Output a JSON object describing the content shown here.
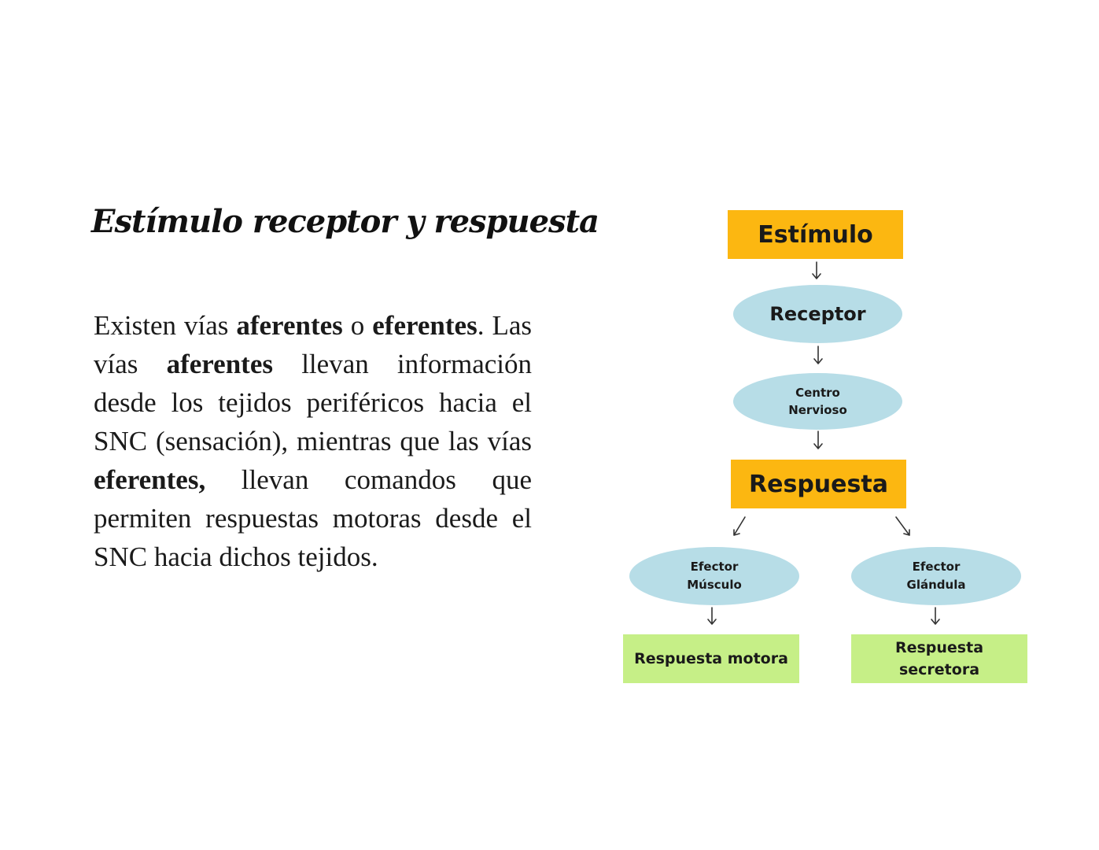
{
  "title": "Estímulo receptor y respuesta",
  "paragraph": {
    "p1": "Existen vías ",
    "b1": "aferentes",
    "p2": " o ",
    "b2": "eferentes",
    "p3": ". Las vías ",
    "b3": "aferentes",
    "p4": " llevan información desde los tejidos periféricos hacia el SNC (sensación), mientras que las vías ",
    "b4": "eferentes,",
    "p5": " llevan comandos que permiten respuestas motoras desde el SNC hacia dichos tejidos."
  },
  "diagram": {
    "stimulus": "Estímulo",
    "receptor": "Receptor",
    "center_line1": "Centro",
    "center_line2": "Nervioso",
    "response": "Respuesta",
    "effector_muscle_line1": "Efector",
    "effector_muscle_line2": "Músculo",
    "effector_gland_line1": "Efector",
    "effector_gland_line2": "Glándula",
    "motor_response": "Respuesta motora",
    "secretory_response_line1": "Respuesta",
    "secretory_response_line2": "secretora"
  },
  "colors": {
    "yellow_box": "#fcb711",
    "blue_ellipse": "#b7dde7",
    "green_box": "#c6ef87"
  }
}
